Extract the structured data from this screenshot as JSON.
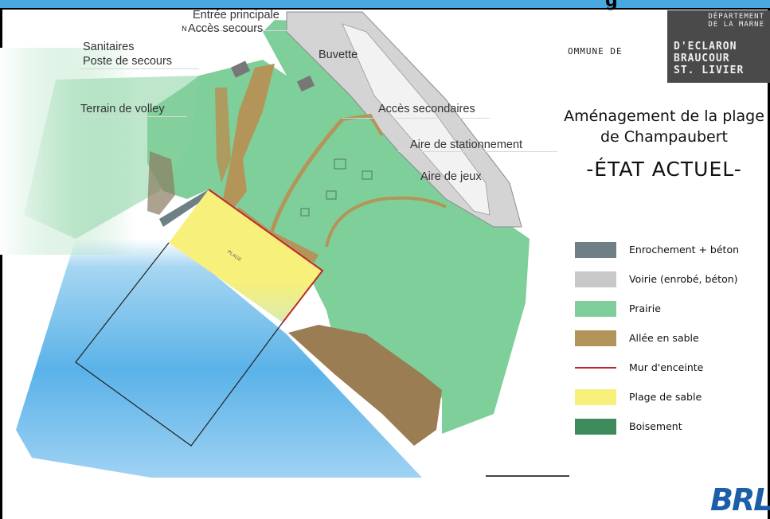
{
  "header": {
    "title_fragment": "g"
  },
  "map": {
    "labels": {
      "entree": "Entrée principale",
      "acces_secours": "Accès secours",
      "sanitaires": "Sanitaires",
      "poste_secours": "Poste de secours",
      "buvette": "Buvette",
      "terrain_volley": "Terrain de volley",
      "acces_secondaires": "Accès secondaires",
      "aire_stationnement": "Aire de stationnement",
      "aire_jeux": "Aire de jeux",
      "plage_label": "PLAGE"
    },
    "north_marker": "N"
  },
  "commune": {
    "prefix": "OMMUNE DE",
    "dept_line1": "DÉPARTEMENT",
    "dept_line2": "DE LA MARNE",
    "name_line1": "D'ECLARON",
    "name_line2": "BRAUCOUR",
    "name_line3": "ST. LIVIER"
  },
  "title": {
    "line1": "Aménagement de la plage",
    "line2": "de Champaubert",
    "line3": "-ÉTAT ACTUEL-"
  },
  "legend": {
    "items": [
      {
        "label": "Enrochement + béton",
        "color": "#6f7f86",
        "kind": "box"
      },
      {
        "label": "Voirie (enrobé, béton)",
        "color": "#c8c8c8",
        "kind": "box"
      },
      {
        "label": "Prairie",
        "color": "#7fcf9a",
        "kind": "box"
      },
      {
        "label": "Allée en sable",
        "color": "#b3955a",
        "kind": "box"
      },
      {
        "label": "Mur d'enceinte",
        "color": "#c0272d",
        "kind": "line"
      },
      {
        "label": "Plage de sable",
        "color": "#f7f07a",
        "kind": "box"
      },
      {
        "label": "Boisement",
        "color": "#3d8a5a",
        "kind": "box"
      }
    ]
  },
  "logo": {
    "text": "BRL"
  },
  "colors": {
    "header_blue": "#4aa8e0",
    "prairie": "#7fcf9a",
    "sand_path": "#b3955a",
    "beach": "#f7f07a",
    "water": "#5ab2e8",
    "road": "#c8c8c8",
    "wall": "#c0272d"
  }
}
